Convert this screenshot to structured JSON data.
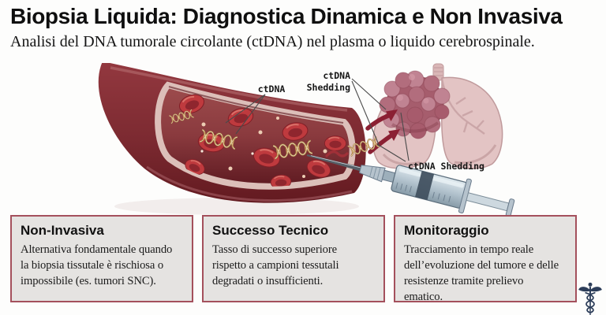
{
  "header": {
    "title": "Biopsia Liquida: Diagnostica Dinamica e Non Invasiva",
    "subtitle": "Analisi del DNA tumorale circolante (ctDNA) nel plasma o liquido cerebrospinale."
  },
  "illustration": {
    "labels": {
      "ctdna": "ctDNA",
      "shedding_top_line1": "ctDNA",
      "shedding_top_line2": "Shedding",
      "shedding_bottom": "ctDNA Shedding"
    }
  },
  "cards": [
    {
      "title": "Non-Invasiva",
      "body": "Alternativa fondamentale quando\nla biopsia tissutale è rischiosa o\nimpossibile (es. tumori SNC)."
    },
    {
      "title": "Successo Tecnico",
      "body": "Tasso di successo superiore\nrispetto a campioni tessutali\ndegradati o insufficienti."
    },
    {
      "title": "Monitoraggio",
      "body": "Tracciamento in tempo reale\ndell’evoluzione del tumore e delle\nresistenze tramite prelievo\nematico."
    }
  ],
  "colors": {
    "card_background": "#e5e3e1",
    "card_border": "#a4505c",
    "vessel_wall": "#7e2a31",
    "vessel_lumen": "#6a2027",
    "blood_cell": "#bf3a3e",
    "dna_gold": "#d8b078",
    "arrow_red": "#8b2033",
    "lung_pink": "#e2c2c2",
    "tumor_mauve": "#b26d7d",
    "caduceus_navy": "#2c3d59"
  }
}
